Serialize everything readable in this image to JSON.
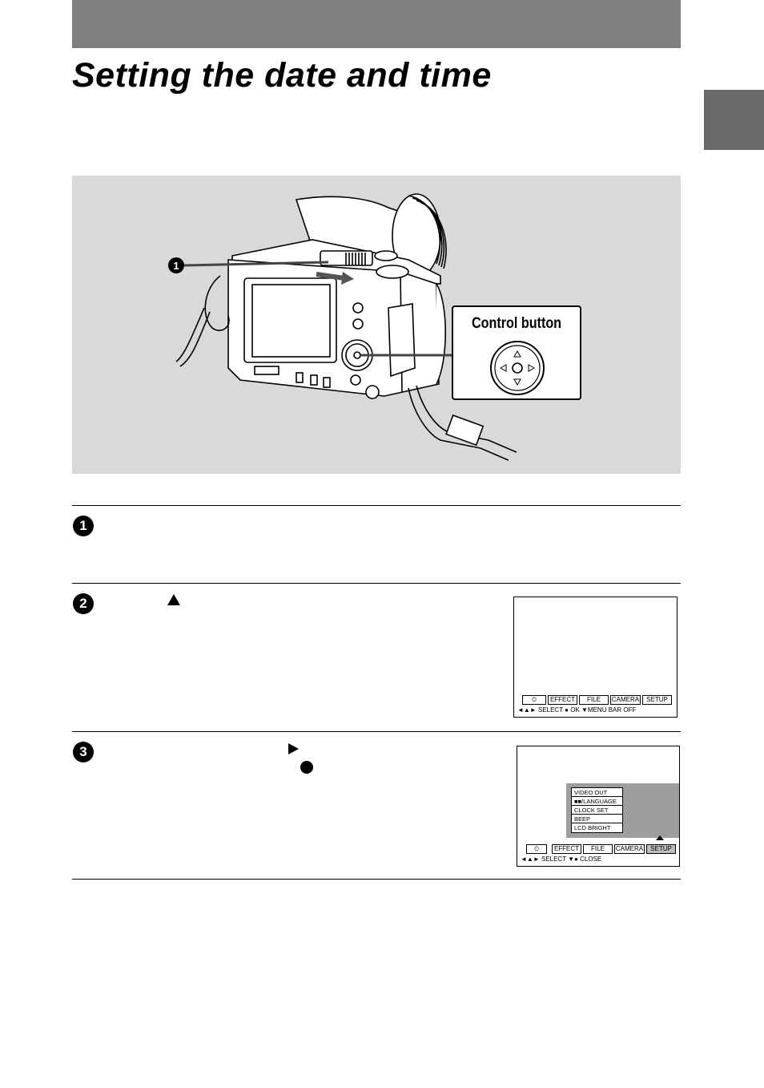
{
  "header": {
    "title": "Setting the date and time"
  },
  "figure": {
    "callout_label": "Control button",
    "marker_1": "1"
  },
  "steps": [
    {
      "number": "1"
    },
    {
      "number": "2",
      "icon": "up-triangle-icon"
    },
    {
      "number": "3",
      "icons": [
        "right-triangle-icon",
        "center-dot-icon"
      ]
    }
  ],
  "screen1": {
    "menu": [
      "EFFECT",
      "FILE",
      "CAMERA",
      "SETUP"
    ],
    "status": "◄▲► SELECT       ● OK       ▼MENU BAR OFF"
  },
  "screen2": {
    "submenu": [
      "VIDEO OUT",
      "■■/LANGUAGE",
      "CLOCK SET",
      "BEEP",
      "LCD BRIGHT"
    ],
    "menu": [
      "EFFECT",
      "FILE",
      "CAMERA",
      "SETUP"
    ],
    "active_menu": "SETUP",
    "status": "◄▲► SELECT       ▼● CLOSE"
  }
}
